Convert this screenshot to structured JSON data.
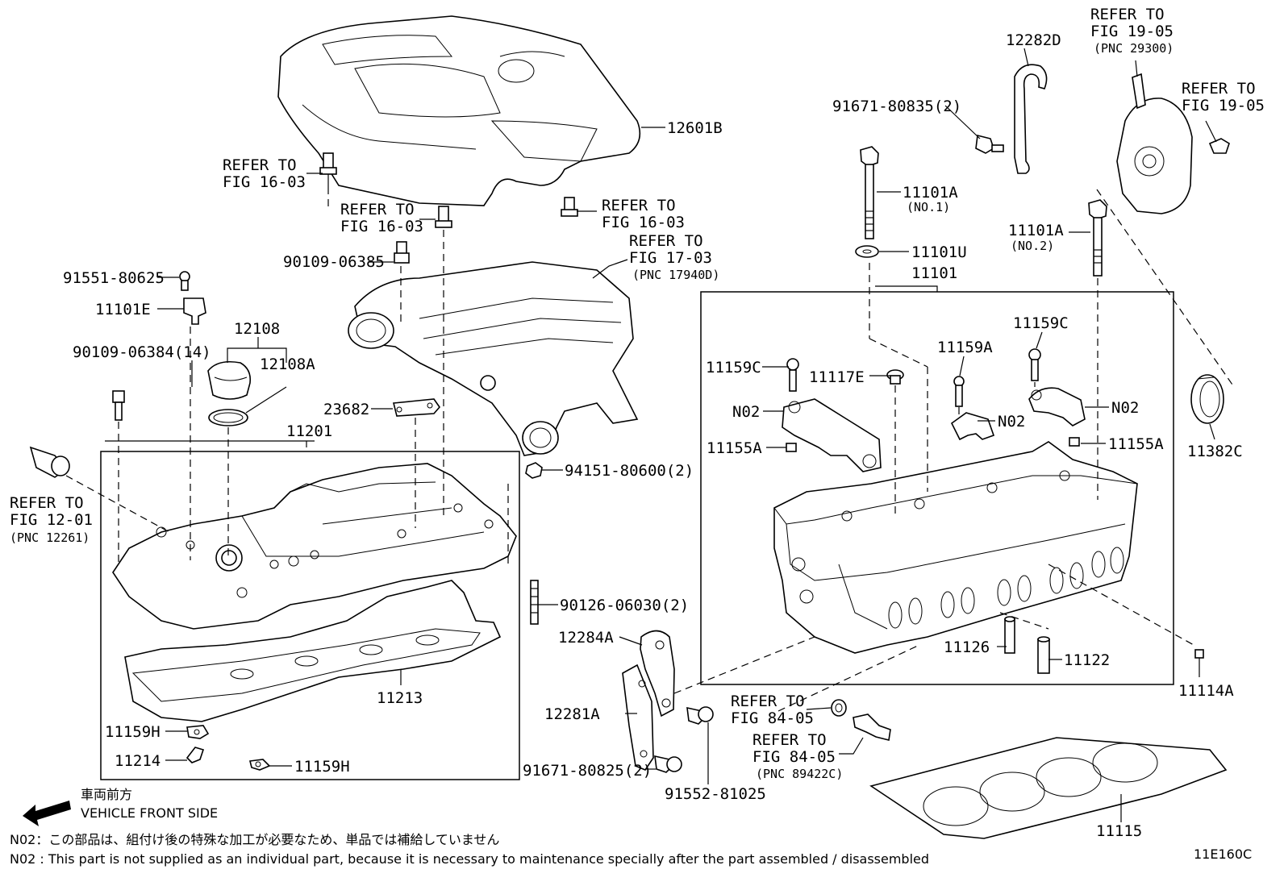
{
  "labels": {
    "p12601B": "12601B",
    "p12282D": "12282D",
    "p91671_80835": "91671-80835(2)",
    "p11101A_1": "11101A",
    "p11101A_1_sub": "(NO.1)",
    "p11101U": "11101U",
    "p11101": "11101",
    "p11101A_2": "11101A",
    "p11101A_2_sub": "(NO.2)",
    "p91551": "91551-80625",
    "p11101E": "11101E",
    "p12108": "12108",
    "p12108A": "12108A",
    "p90109_06384": "90109-06384(14)",
    "p90109_06385": "90109-06385",
    "p23682": "23682",
    "p11201": "11201",
    "p94151": "94151-80600(2)",
    "p90126": "90126-06030(2)",
    "p11213": "11213",
    "p11159H_a": "11159H",
    "p11214": "11214",
    "p11159H_b": "11159H",
    "p12284A": "12284A",
    "p12281A": "12281A",
    "p91671_80825": "91671-80825(2)",
    "p91552": "91552-81025",
    "p11159C_a": "11159C",
    "p11117E": "11117E",
    "p11159A": "11159A",
    "p11159C_b": "11159C",
    "p11155A_a": "11155A",
    "p11155A_b": "11155A",
    "n02_a": "N02",
    "n02_b": "N02",
    "n02_c": "N02",
    "p11382C": "11382C",
    "p11126": "11126",
    "p11122": "11122",
    "p11114A": "11114A",
    "p11115": "11115"
  },
  "refs": {
    "r1603_a": [
      "REFER TO",
      "FIG 16-03"
    ],
    "r1603_b": [
      "REFER TO",
      "FIG 16-03"
    ],
    "r1603_c": [
      "REFER TO",
      "FIG 16-03"
    ],
    "r1703": [
      "REFER TO",
      "FIG 17-03",
      "(PNC 17940D)"
    ],
    "r1201": [
      "REFER TO",
      "FIG 12-01",
      "(PNC 12261)"
    ],
    "r1905_a": [
      "REFER TO",
      "FIG 19-05",
      "(PNC 29300)"
    ],
    "r1905_b": [
      "REFER TO",
      "FIG 19-05"
    ],
    "r8405_a": [
      "REFER TO",
      "FIG 84-05"
    ],
    "r8405_b": [
      "REFER TO",
      "FIG 84-05",
      "(PNC 89422C)"
    ]
  },
  "direction": {
    "jp": "車両前方",
    "en": "VEHICLE FRONT SIDE"
  },
  "notes": {
    "jp": "N02：この部品は、組付け後の特殊な加工が必要なため、単品では補給していません",
    "en": "N02 : This part is not supplied as an individual part, because it is necessary to maintenance specially after the part assembled / disassembled"
  },
  "figure_code": "11E160C"
}
